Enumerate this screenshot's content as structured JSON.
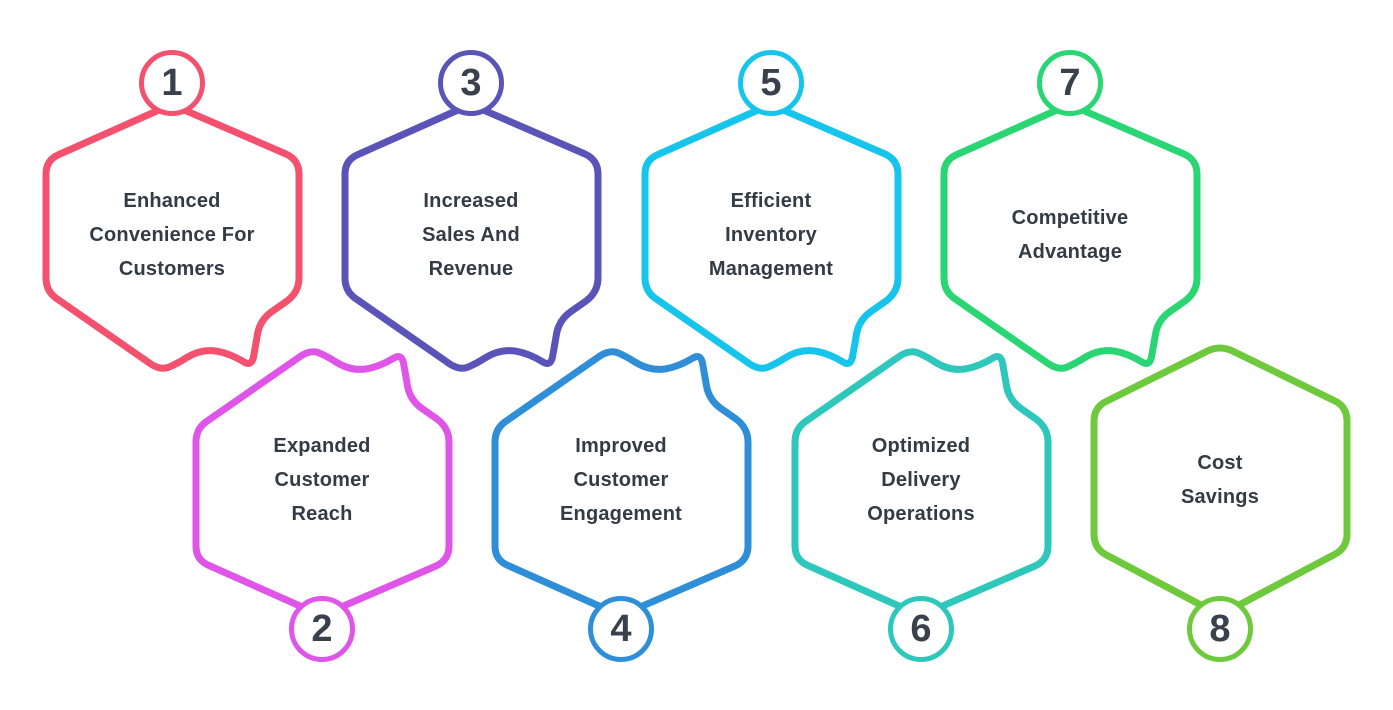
{
  "page": {
    "background": "#ffffff",
    "title_text_color": "#333B45",
    "number_text_color": "#39424C"
  },
  "diagram": {
    "items": [
      {
        "number": "1",
        "title": [
          "Enhanced",
          "Convenience For",
          "Customers"
        ],
        "color": "#F4516F",
        "row": "top",
        "tail": true
      },
      {
        "number": "2",
        "title": [
          "Expanded",
          "Customer",
          "Reach"
        ],
        "color": "#DF55E8",
        "row": "bottom",
        "tail": true
      },
      {
        "number": "3",
        "title": [
          "Increased",
          "Sales And",
          "Revenue"
        ],
        "color": "#5B54B8",
        "row": "top",
        "tail": true
      },
      {
        "number": "4",
        "title": [
          "Improved",
          "Customer",
          "Engagement"
        ],
        "color": "#2E8ED8",
        "row": "bottom",
        "tail": true
      },
      {
        "number": "5",
        "title": [
          "Efficient",
          "Inventory",
          "Management"
        ],
        "color": "#17C5EC",
        "row": "top",
        "tail": true
      },
      {
        "number": "6",
        "title": [
          "Optimized",
          "Delivery",
          "Operations"
        ],
        "color": "#2EC7BB",
        "row": "bottom",
        "tail": true
      },
      {
        "number": "7",
        "title": [
          "Competitive",
          "Advantage"
        ],
        "color": "#2AD674",
        "row": "top",
        "tail": true
      },
      {
        "number": "8",
        "title": [
          "Cost",
          "Savings"
        ],
        "color": "#6EC93D",
        "row": "bottom",
        "tail": false
      }
    ]
  }
}
